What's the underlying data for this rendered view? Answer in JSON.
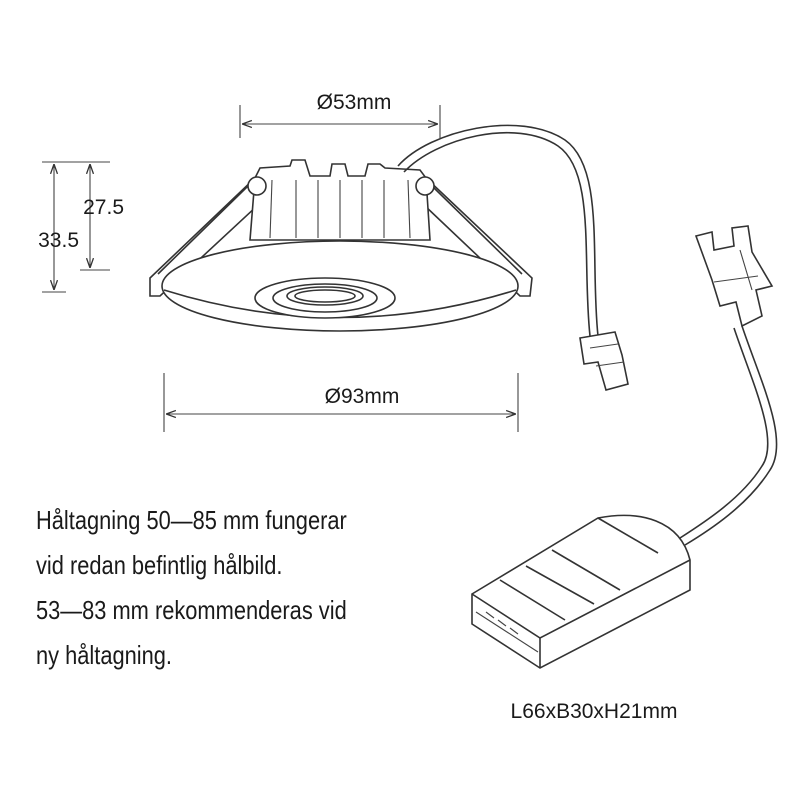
{
  "dimensions": {
    "top_diameter": "Ø53mm",
    "flange_diameter": "Ø93mm",
    "height_inner": "27.5",
    "height_total": "33.5",
    "driver_size": "L66xB30xH21mm"
  },
  "note_lines": [
    "Håltagning 50—85 mm fungerar",
    "vid redan befintlig hålbild.",
    "53—83 mm rekommenderas vid",
    "ny håltagning."
  ]
}
